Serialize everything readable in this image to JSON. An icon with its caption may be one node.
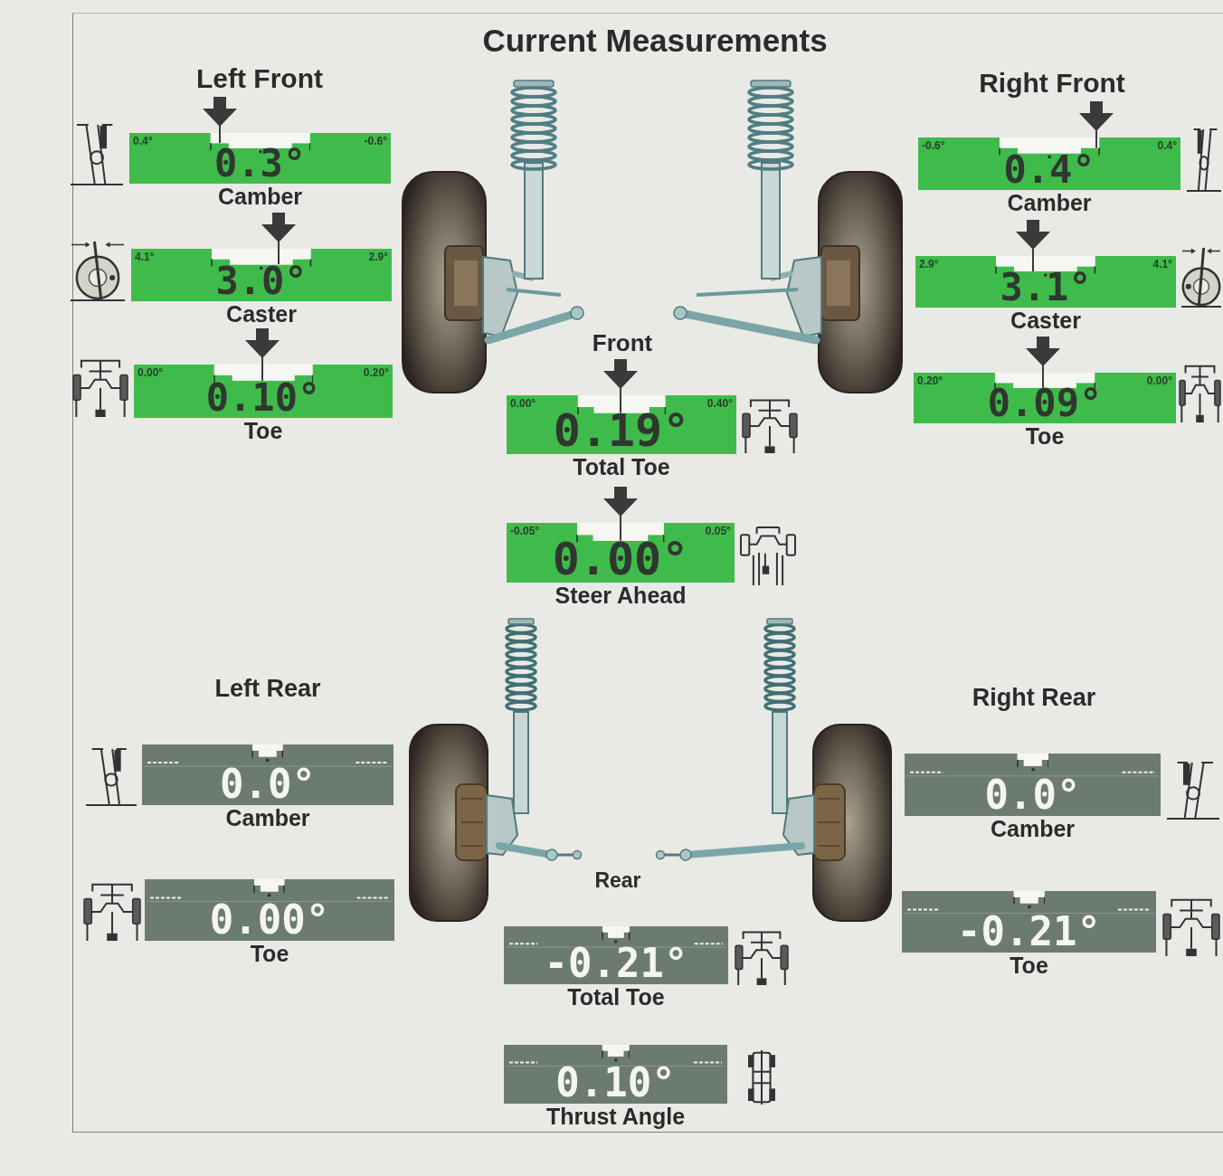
{
  "diagram": {
    "title": "Current Measurements",
    "nodes": [
      {
        "text": [
          "0.4°",
          "-0.6°",
          "0.3°"
        ],
        "beside": [
          "Camber"
        ]
      },
      {
        "text": [
          "4.1°",
          "2.9°",
          "3.0°"
        ],
        "beside": [
          "Caster"
        ]
      },
      {
        "text": [
          "0.00°",
          "0.20°",
          "0.10°"
        ],
        "beside": [
          "Toe"
        ]
      },
      {
        "text": [
          "-0.6°",
          "0.4°",
          "0.4°"
        ],
        "beside": [
          "Camber"
        ]
      },
      {
        "text": [
          "2.9°",
          "4.1°",
          "3.1°"
        ],
        "beside": [
          "Caster"
        ]
      },
      {
        "text": [
          "0.20°",
          "0.00°",
          "0.09°"
        ],
        "beside": [
          "Toe"
        ]
      },
      {
        "text": [
          "0.00°",
          "0.40°",
          "0.19°"
        ],
        "beside": [
          "Total Toe"
        ]
      },
      {
        "text": [
          "-0.05°",
          "0.05°",
          "0.00°"
        ],
        "beside": [
          "Steer Ahead"
        ]
      },
      {
        "text": [
          "0.0°"
        ],
        "beside": [
          "Camber"
        ]
      },
      {
        "text": [
          "0.00°"
        ],
        "beside": [
          "Toe"
        ]
      },
      {
        "text": [
          "0.0°"
        ],
        "beside": [
          "Camber"
        ]
      },
      {
        "text": [
          "-0.21°"
        ],
        "beside": [
          "Toe"
        ]
      },
      {
        "text": [
          "-0.21°"
        ],
        "beside": [
          "Total Toe"
        ]
      },
      {
        "text": [
          "0.10°"
        ],
        "beside": [
          "Thrust Angle"
        ]
      }
    ],
    "labels": [
      "Left Front",
      "Right Front",
      "Front",
      "Left Rear",
      "Right Rear",
      "Rear"
    ]
  }
}
